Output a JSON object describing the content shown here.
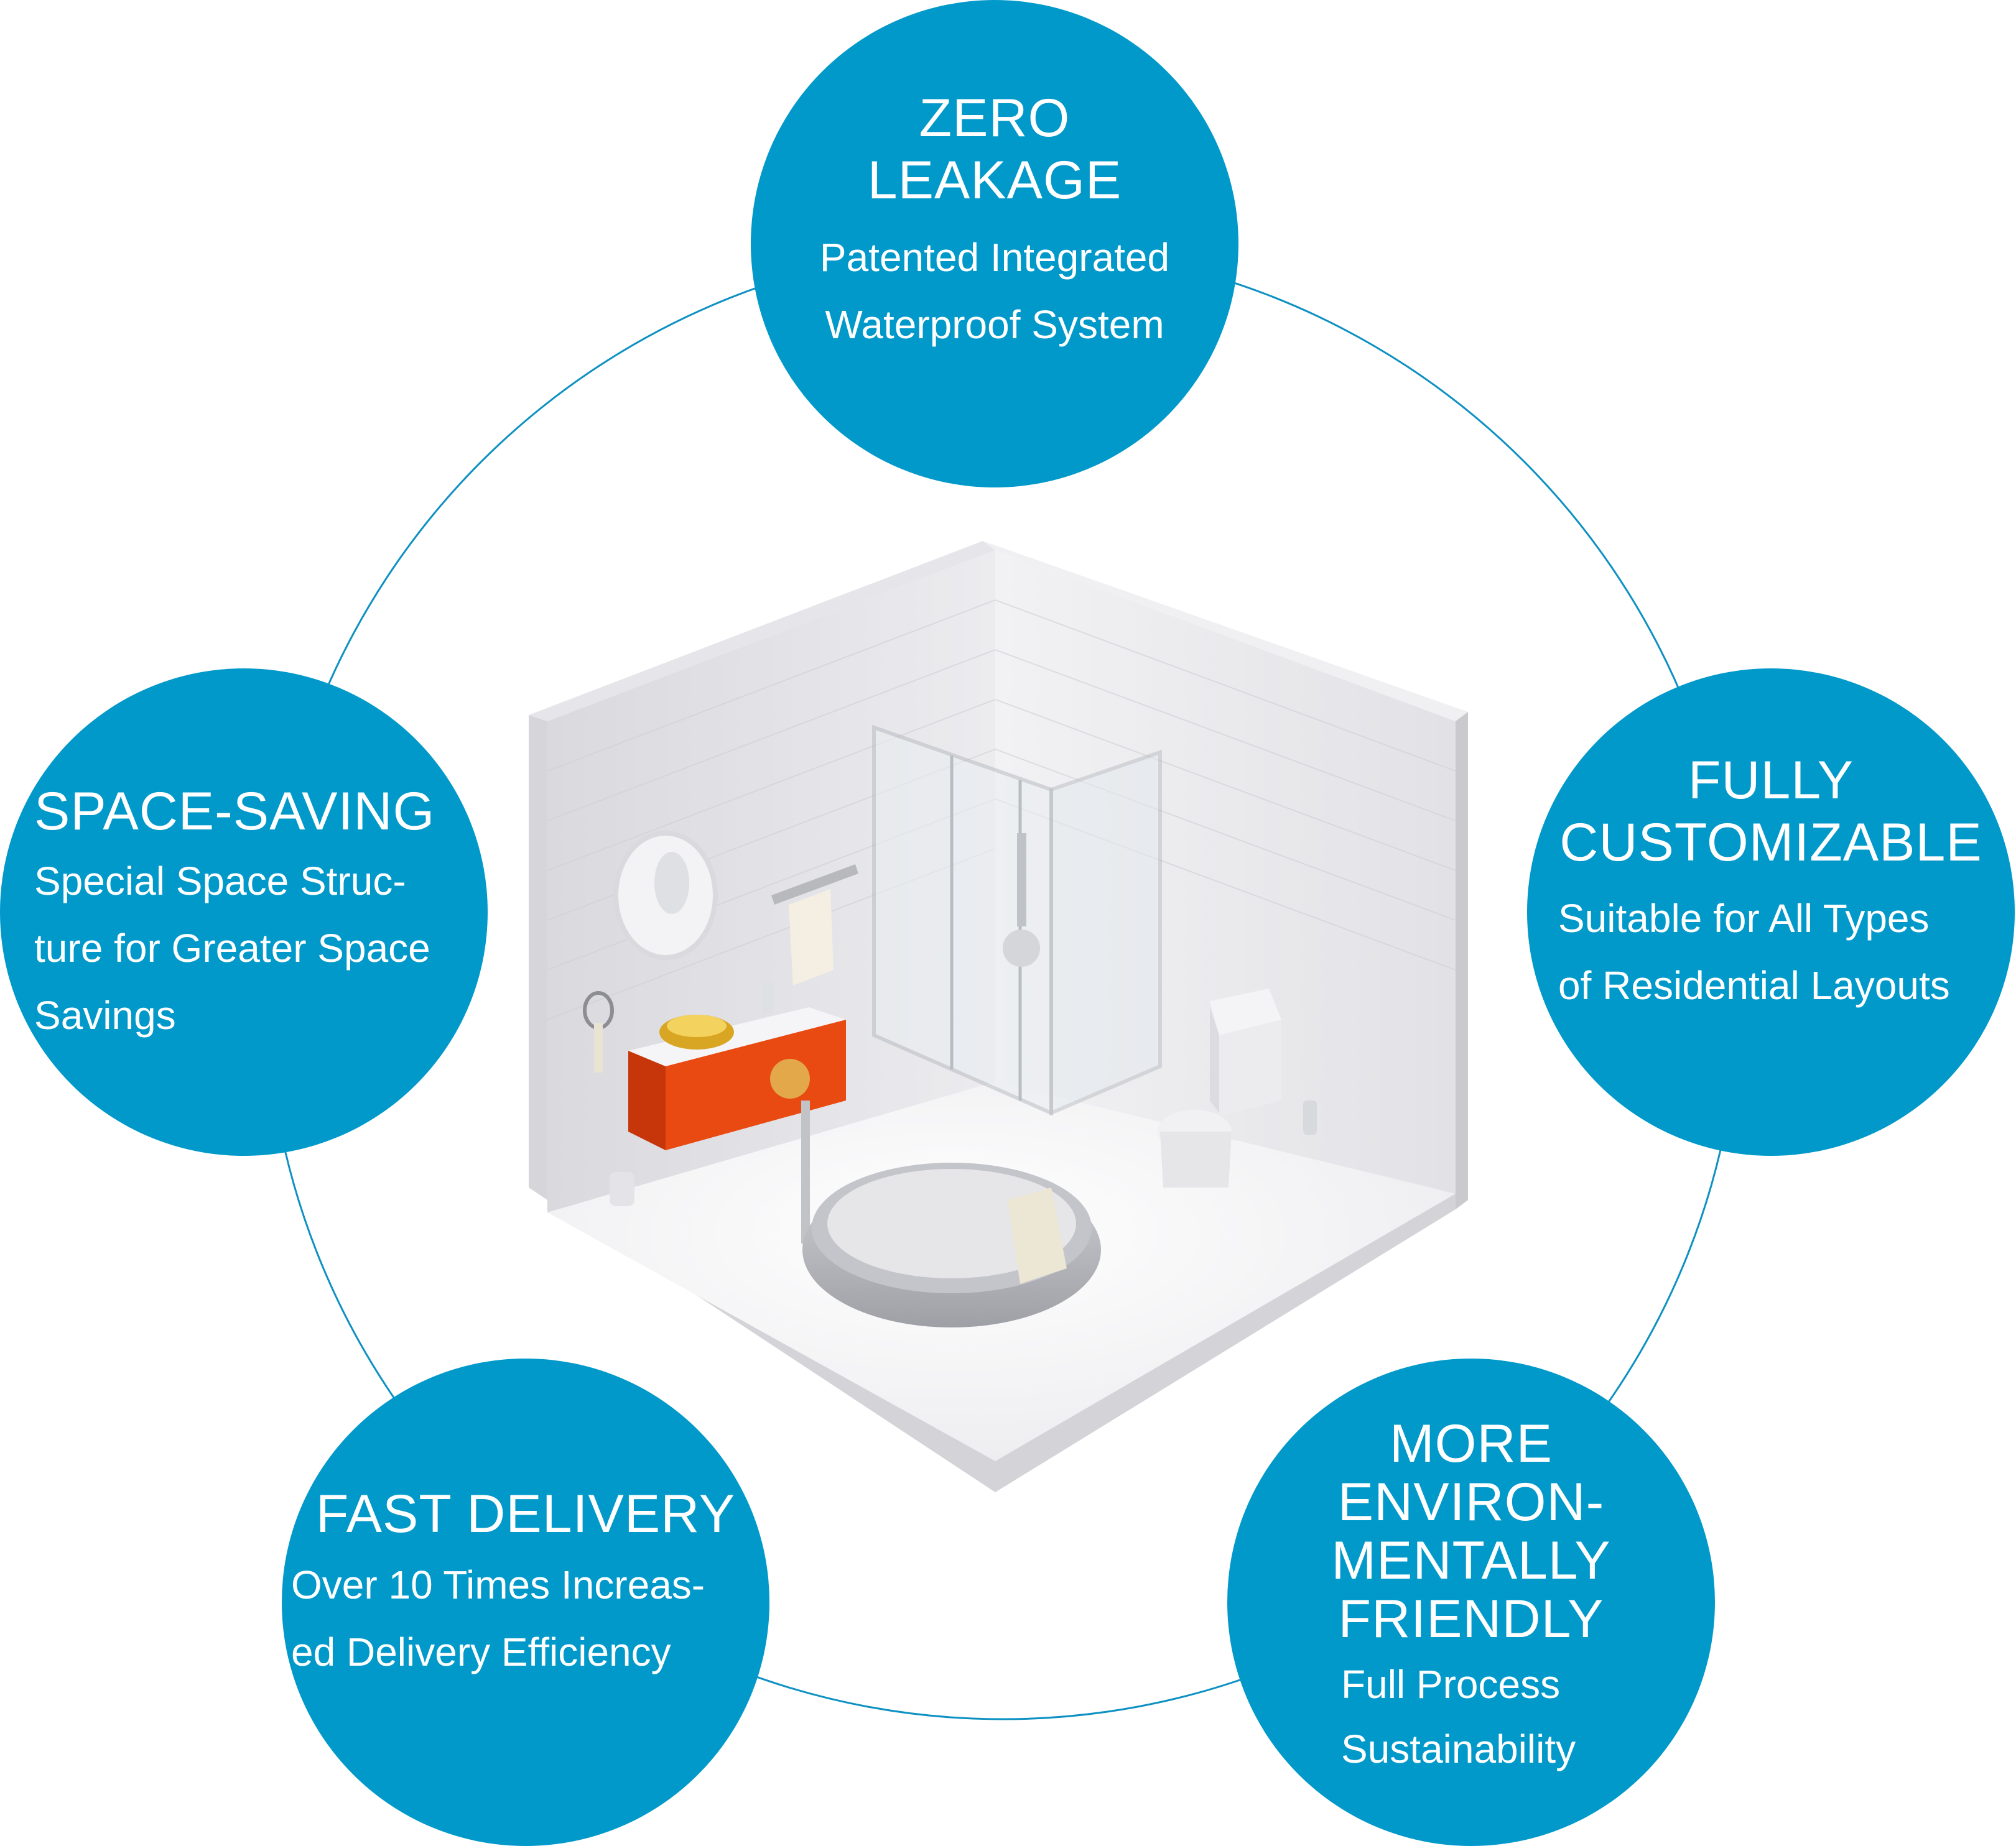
{
  "colors": {
    "accent": "#0199ca",
    "connector": "#0e91c2",
    "wall": "#ececef",
    "cabinet": "#e84a12"
  },
  "features": [
    {
      "id": "zero-leakage",
      "title_lines": [
        "ZERO",
        "LEAKAGE"
      ],
      "desc_lines": [
        "Patented Integrated",
        "Waterproof System"
      ]
    },
    {
      "id": "fully-customizable",
      "title_lines": [
        "FULLY",
        "CUSTOMIZABLE"
      ],
      "desc_lines": [
        "Suitable for All Types",
        "of Residential Layouts"
      ]
    },
    {
      "id": "space-saving",
      "title_lines": [
        "SPACE-SAVING"
      ],
      "desc_lines": [
        "Special Space Struc-",
        "ture for Greater Space",
        "Savings"
      ]
    },
    {
      "id": "fast-delivery",
      "title_lines": [
        "FAST DELIVERY"
      ],
      "desc_lines": [
        "Over 10 Times Increas-",
        "ed Delivery Efficiency"
      ]
    },
    {
      "id": "environmentally-friendly",
      "title_lines": [
        "MORE",
        "ENVIRON-",
        "MENTALLY",
        "FRIENDLY"
      ],
      "desc_lines": [
        "Full Process",
        "Sustainability"
      ]
    }
  ]
}
